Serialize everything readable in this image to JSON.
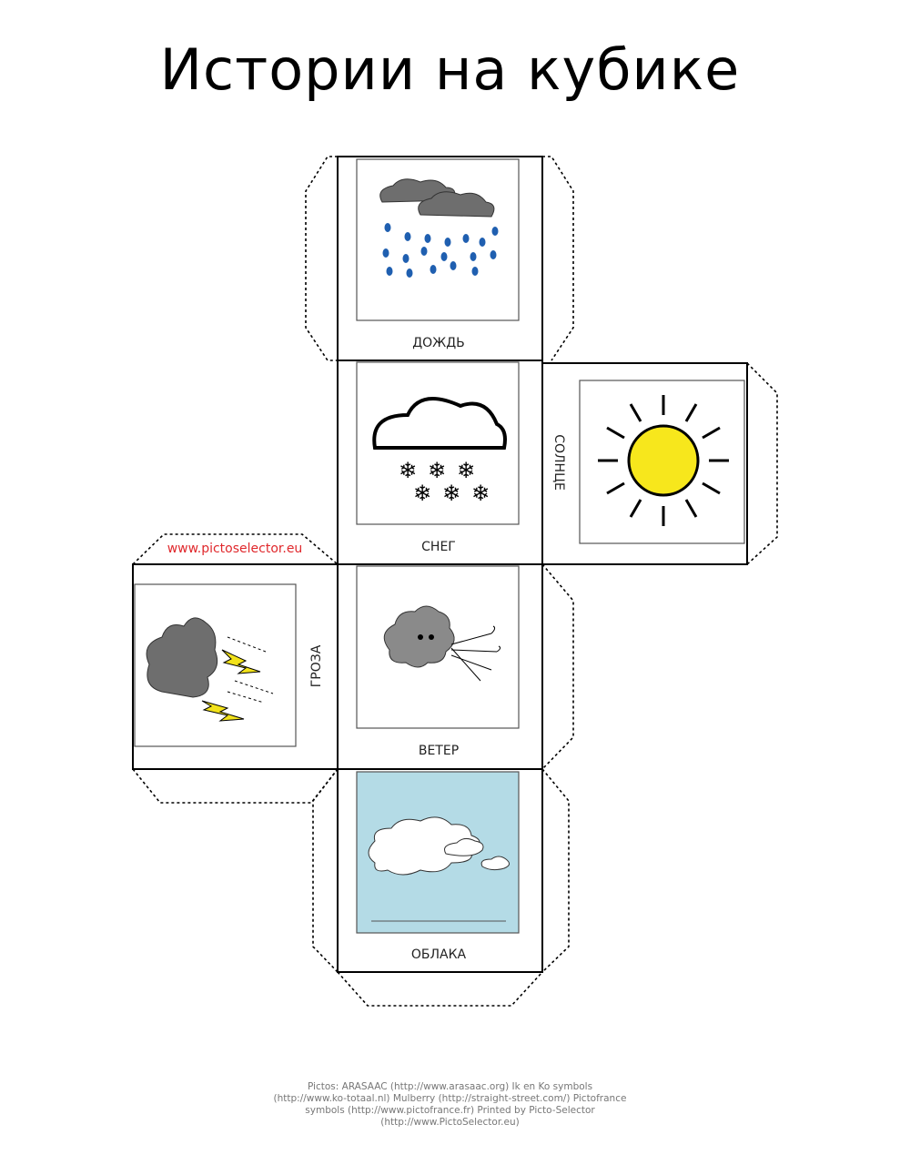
{
  "title": "Истории на кубике",
  "faces": {
    "rain": "ДОЖДЬ",
    "snow": "СНЕГ",
    "sun": "СОЛНЦЕ",
    "thunder": "ГРОЗА",
    "wind": "ВЕТЕР",
    "clouds": "ОБЛАКА"
  },
  "watermark": "www.pictoselector.eu",
  "footer": [
    "Pictos: ARASAAC (http://www.arasaac.org) Ik en Ko symbols",
    "(http://www.ko-totaal.nl) Mulberry (http://straight-street.com/) Pictofrance",
    "symbols (http://www.pictofrance.fr) Printed by Picto-Selector",
    "(http://www.PictoSelector.eu)"
  ],
  "colors": {
    "watermark": "#e0282c",
    "sun": "#f7e71c",
    "sky": "#b4dbe6",
    "rain": "#1f5fb0",
    "cloud": "#6e6e6e",
    "lightning": "#f2e21a"
  }
}
